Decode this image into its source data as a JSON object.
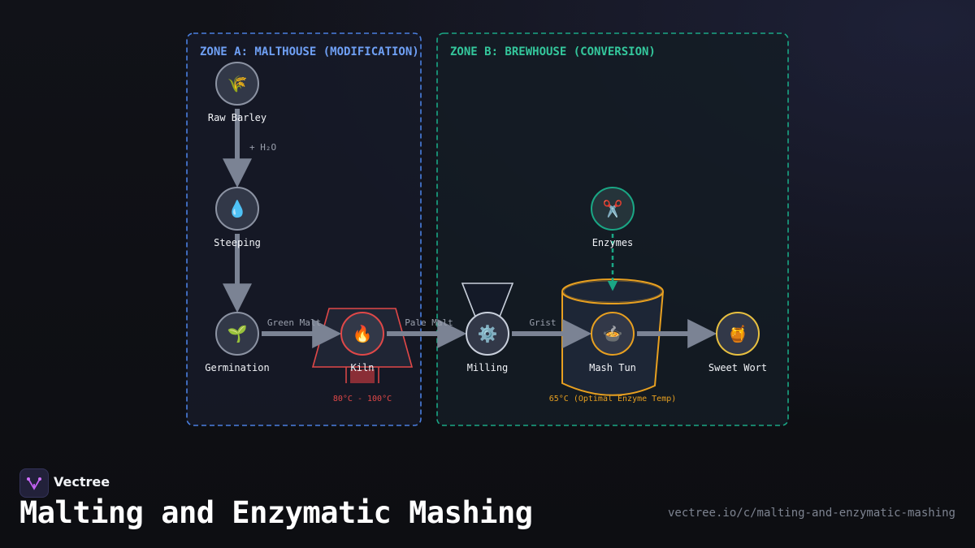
{
  "zones": [
    {
      "id": "zone-a",
      "title": "ZONE A: MALTHOUSE (MODIFICATION)",
      "color": "#4a7fe0",
      "title_color": "#6fa0f5"
    },
    {
      "id": "zone-b",
      "title": "ZONE B: BREWHOUSE (CONVERSION)",
      "color": "#1aa785",
      "title_color": "#34c79c"
    }
  ],
  "nodes": [
    {
      "id": "raw-barley",
      "label": "Raw Barley",
      "icon": "wheat-icon",
      "glyph": "🌾",
      "border": "#8c93a3"
    },
    {
      "id": "steeping",
      "label": "Steeping",
      "icon": "droplet-icon",
      "glyph": "💧",
      "border": "#8c93a3"
    },
    {
      "id": "germination",
      "label": "Germination",
      "icon": "seedling-icon",
      "glyph": "🌱",
      "border": "#8c93a3"
    },
    {
      "id": "kiln",
      "label": "Kiln",
      "icon": "fire-icon",
      "glyph": "🔥",
      "border": "#e04848"
    },
    {
      "id": "milling",
      "label": "Milling",
      "icon": "gear-icon",
      "glyph": "⚙️",
      "border": "#c9d0dc"
    },
    {
      "id": "enzymes",
      "label": "Enzymes",
      "icon": "scissors-icon",
      "glyph": "✂️",
      "border": "#1aa785"
    },
    {
      "id": "mash-tun",
      "label": "Mash Tun",
      "icon": "pot-icon",
      "glyph": "🍲",
      "border": "#e8a020"
    },
    {
      "id": "sweet-wort",
      "label": "Sweet Wort",
      "icon": "honey-pot-icon",
      "glyph": "🍯",
      "border": "#e8c040"
    }
  ],
  "edges": [
    {
      "from": "raw-barley",
      "to": "steeping",
      "label": "+ H₂O"
    },
    {
      "from": "steeping",
      "to": "germination",
      "label": ""
    },
    {
      "from": "germination",
      "to": "kiln",
      "label": "Green Malt"
    },
    {
      "from": "kiln",
      "to": "milling",
      "label": "Pale Malt"
    },
    {
      "from": "milling",
      "to": "mash-tun",
      "label": "Grist"
    },
    {
      "from": "enzymes",
      "to": "mash-tun",
      "label": ""
    },
    {
      "from": "mash-tun",
      "to": "sweet-wort",
      "label": ""
    }
  ],
  "notes": {
    "kiln_temp": "80°C - 100°C",
    "mash_temp": "65°C (Optimal Enzyme Temp)"
  },
  "colors": {
    "edge": "#7b8394",
    "dashed_edge": "#1aa785",
    "kiln_red": "#e04848",
    "mash_orange": "#e8a020",
    "hopper": "#c9d0dc"
  },
  "footer": {
    "brand": "Vectree",
    "title": "Malting and Enzymatic Mashing",
    "url": "vectree.io/c/malting-and-enzymatic-mashing"
  }
}
